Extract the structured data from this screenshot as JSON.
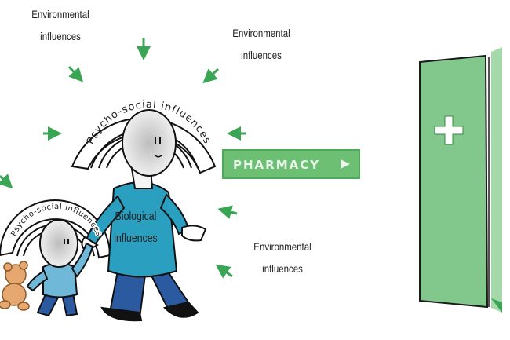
{
  "labels": {
    "env_top_left": [
      "Environmental",
      "influences"
    ],
    "env_top_right": [
      "Environmental",
      "influences"
    ],
    "env_bottom_right": [
      "Environmental",
      "influences"
    ],
    "biological": [
      "Biological",
      "influences"
    ]
  },
  "arcs": {
    "adult": "Psycho-social influences",
    "child": "Psycho-social influences"
  },
  "pharmacy_sign": {
    "text": "PHARMACY",
    "icon": "play-triangle-icon"
  },
  "door": {
    "icon": "medical-cross-icon"
  },
  "colors": {
    "arrow_green": "#3aa655",
    "sign_green": "#6cbf73",
    "door_green": "#82c88c",
    "shirt_blue": "#2a9fbf",
    "pants_blue": "#2c5aa0"
  }
}
